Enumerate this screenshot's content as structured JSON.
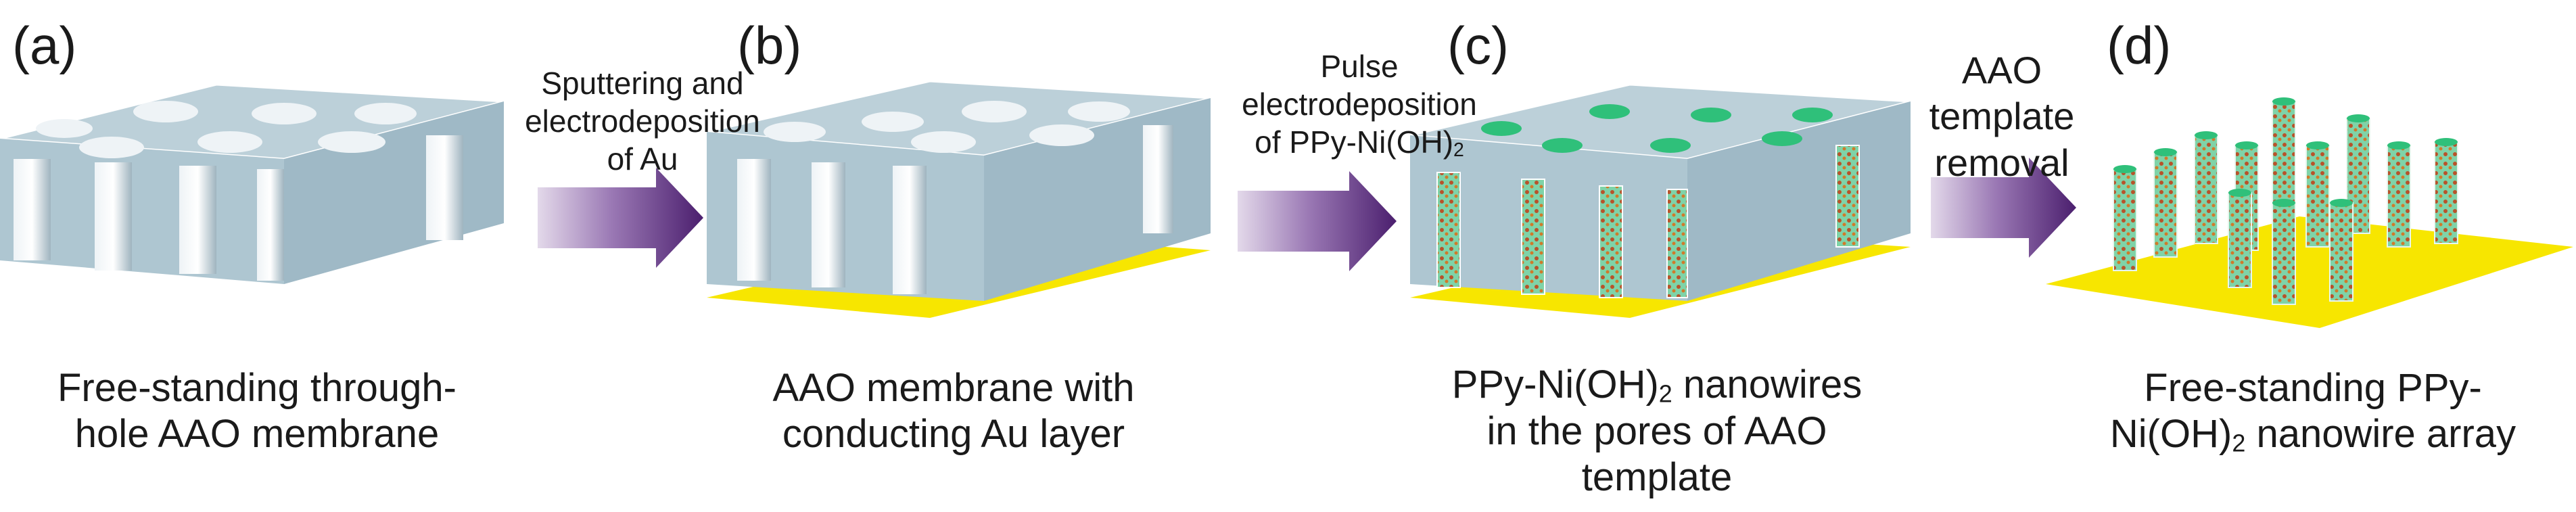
{
  "panels": [
    {
      "label": "(a)",
      "caption_lines": [
        "Free-standing through-",
        "hole AAO membrane"
      ]
    },
    {
      "label": "(b)",
      "caption_lines": [
        "AAO membrane with",
        "conducting Au layer"
      ]
    },
    {
      "label": "(c)",
      "caption_lines": [
        "PPy-Ni(OH)",
        "nanowires",
        "in the pores of AAO",
        "template"
      ],
      "caption_subscript": "2"
    },
    {
      "label": "(d)",
      "caption_lines": [
        "Free-standing PPy-",
        "Ni(OH)",
        "nanowire array"
      ],
      "caption_subscript": "2"
    }
  ],
  "steps": [
    {
      "lines": [
        "Sputtering and",
        "electrodeposition",
        "of Au"
      ]
    },
    {
      "lines": [
        "Pulse",
        "electrodeposition",
        "of PPy-Ni(OH)"
      ],
      "subscript": "2"
    },
    {
      "lines": [
        "AAO",
        "template",
        "removal"
      ]
    }
  ],
  "colors": {
    "membrane_top": "#b9ccd6",
    "membrane_side": "#a8c0cc",
    "gold": "#f7e600",
    "arrow_dark": "#4b1f6e",
    "arrow_light": "#d9cde3",
    "nanowire": "#7fd3a8",
    "nanowire_dots": "#b8532a"
  }
}
